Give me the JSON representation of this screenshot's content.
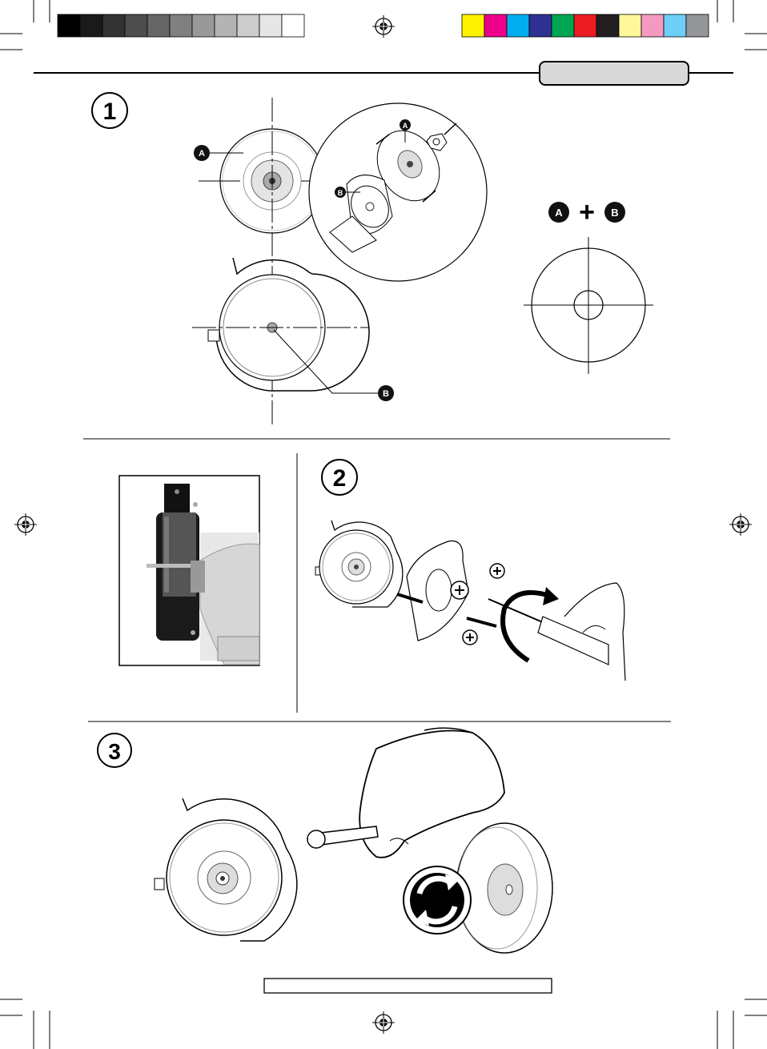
{
  "colors": {
    "gray_bar": [
      "#000000",
      "#1a1a1a",
      "#333333",
      "#4d4d4d",
      "#666666",
      "#808080",
      "#999999",
      "#b3b3b3",
      "#cccccc",
      "#e6e6e6",
      "#ffffff"
    ],
    "color_bar": [
      "#fff200",
      "#ec008c",
      "#00aeef",
      "#2e3192",
      "#00a651",
      "#ed1c24",
      "#231f20",
      "#fff799",
      "#f49ac1",
      "#6dcff6",
      "#939598"
    ]
  },
  "steps": [
    {
      "number": "1"
    },
    {
      "number": "2"
    },
    {
      "number": "3"
    }
  ],
  "labels": {
    "a": "A",
    "b": "B",
    "plus": "+"
  },
  "icons": {
    "registration": "registration-mark-icon",
    "rotate": "rotate-arrows-icon",
    "screwdriver": "screwdriver-icon",
    "wrench": "wrench-icon"
  }
}
